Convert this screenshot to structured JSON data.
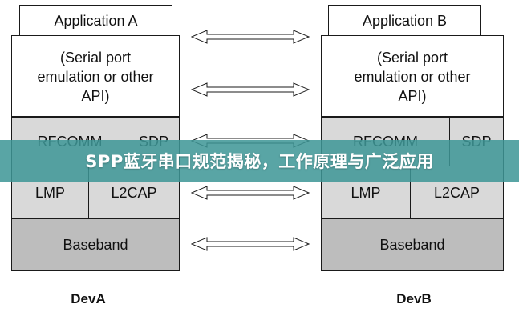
{
  "left_stack": {
    "app": "Application A",
    "api": "(Serial port\nemulation or other\nAPI)",
    "rfcomm": "RFCOMM",
    "sdp": "SDP",
    "lmp": "LMP",
    "l2cap": "L2CAP",
    "baseband": "Baseband",
    "device": "DevA"
  },
  "right_stack": {
    "app": "Application B",
    "api": "(Serial port\nemulation or other\nAPI)",
    "rfcomm": "RFCOMM",
    "sdp": "SDP",
    "lmp": "LMP",
    "l2cap": "L2CAP",
    "baseband": "Baseband",
    "device": "DevB"
  },
  "banner": {
    "title": "SPP蓝牙串口规范揭秘，工作原理与广泛应用"
  },
  "colors": {
    "banner": "#3e9696",
    "layer_light": "#d9d9d9",
    "layer_mid": "#bdbdbd",
    "border": "#1a1a1a"
  }
}
